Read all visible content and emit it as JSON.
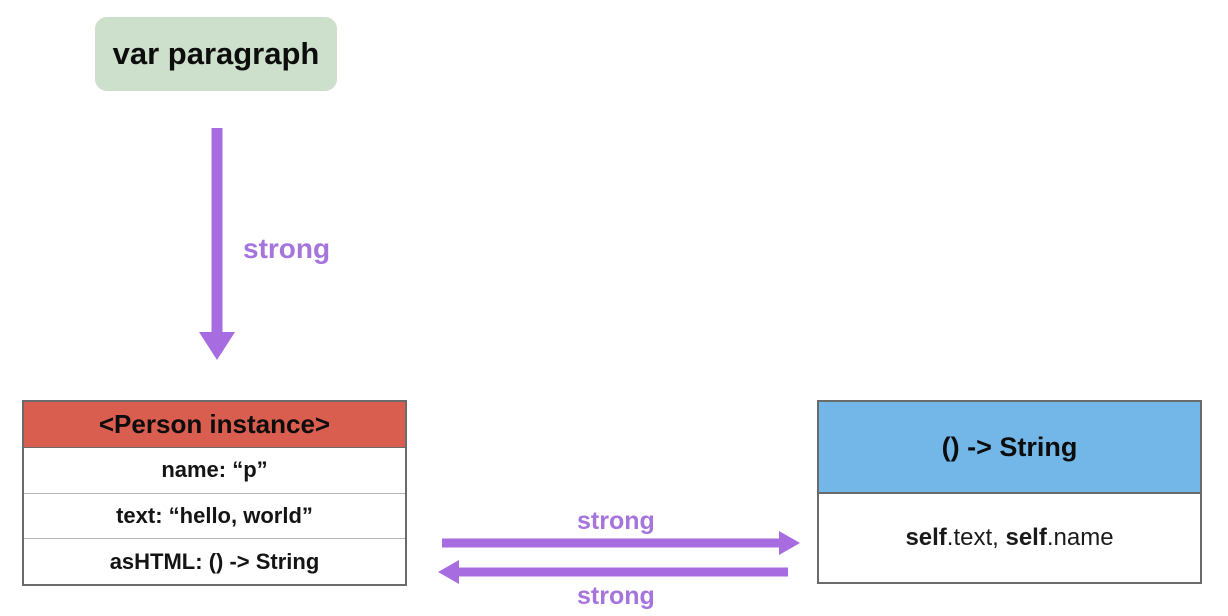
{
  "colors": {
    "green": "#cde0cc",
    "red": "#d95e50",
    "blue": "#72b7e7",
    "purple": "#a76de0",
    "purple-label": "#a574dc",
    "border": "#6b6b6b",
    "row-line": "#b5b5b5",
    "text": "#141414"
  },
  "variable_box": {
    "label": "var paragraph"
  },
  "arrows": {
    "down_label": "strong",
    "right_label": "strong",
    "left_label": "strong"
  },
  "person_table": {
    "header": "<Person instance>",
    "rows": [
      "name: “p”",
      "text: “hello, world”",
      "asHTML: () -> String"
    ]
  },
  "closure_box": {
    "header": "() -> String",
    "body": {
      "bold1": "self",
      "normal1": ".text, ",
      "bold2": "self",
      "normal2": ".name"
    }
  }
}
